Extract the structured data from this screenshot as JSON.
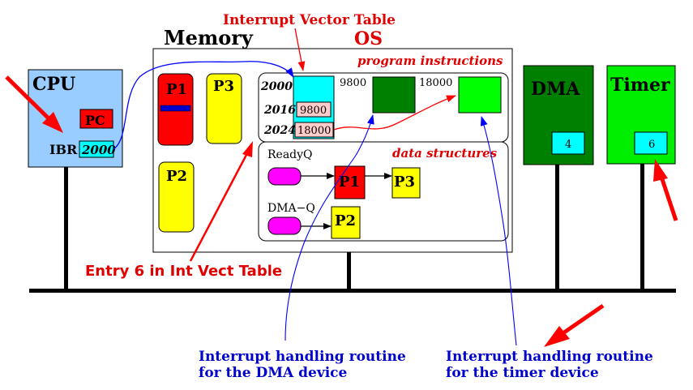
{
  "colors": {
    "cpu_fill": "#99ccff",
    "dma_fill": "#008000",
    "timer_fill": "#00ee00",
    "pc_fill": "#ff0000",
    "cyan": "#00ffff",
    "pink": "#ffcccc",
    "magenta": "#ff00ff",
    "yellow": "#ffff00",
    "red": "#ff0000",
    "blue": "#0000ff",
    "dark_green": "#008000",
    "bright_green": "#00ff00",
    "text_red": "#e00000",
    "text_blue": "#0000cc"
  },
  "labels": {
    "interrupt_vector_table": "Interrupt Vector Table",
    "memory": "Memory",
    "os": "OS",
    "program_instructions": "program instructions",
    "data_structures": "data structures",
    "cpu": "CPU",
    "pc": "PC",
    "ibr": "IBR",
    "ibr_value": "2000",
    "dma": "DMA",
    "dma_value": "4",
    "timer": "Timer",
    "timer_value": "6",
    "readyq": "ReadyQ",
    "dmaq": "DMA−Q",
    "entry6": "Entry 6 in Int Vect Table",
    "dma_routine_1": "Interrupt handling routine",
    "dma_routine_2": "for the DMA device",
    "timer_routine_1": "Interrupt handling routine",
    "timer_routine_2": "for the timer device"
  },
  "ivt": {
    "addr_2000": "2000",
    "addr_2016": "2016",
    "val_2016": "9800",
    "addr_2024": "2024",
    "val_2024": "18000"
  },
  "routines": {
    "addr_9800": "9800",
    "addr_18000": "18000"
  },
  "processes": {
    "p1": "P1",
    "p2": "P2",
    "p3": "P3",
    "ready_p1": "P1",
    "ready_p3": "P3",
    "dma_p2": "P2"
  }
}
